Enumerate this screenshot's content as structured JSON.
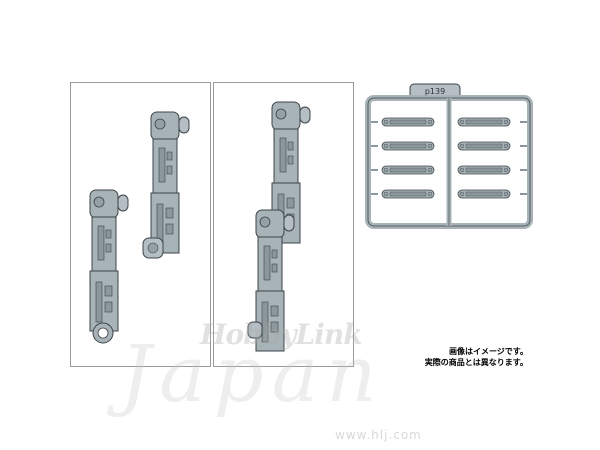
{
  "sprue_label": "p139",
  "caption": {
    "line1": "画像はイメージです。",
    "line2": "実際の商品とは異なります。"
  },
  "watermark": {
    "brand": "HobbyLink",
    "script": "Japan",
    "url": "www.hlj.com"
  },
  "colors": {
    "part": "#a8b3b8",
    "part_dark": "#6d787d",
    "outline": "#3d4448"
  }
}
